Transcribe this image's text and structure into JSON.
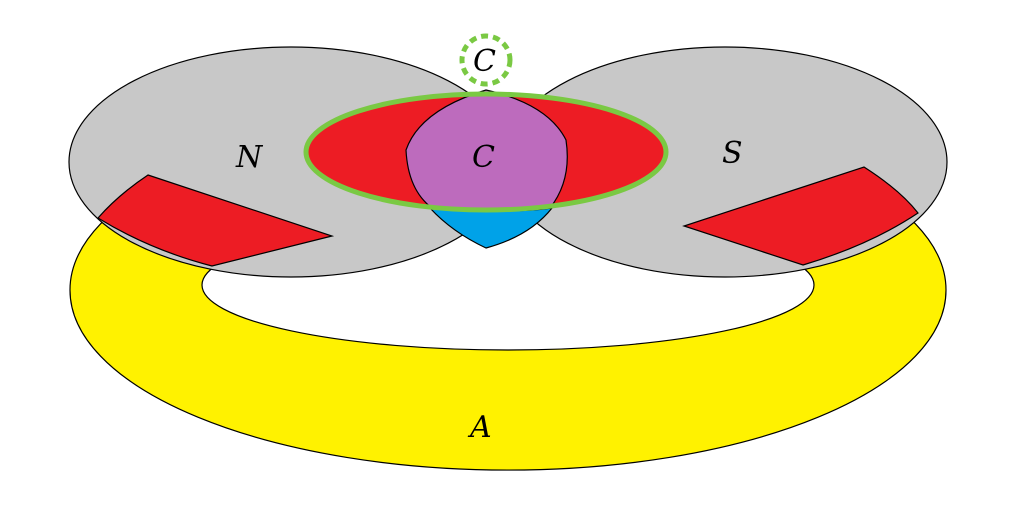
{
  "labels": {
    "n": "N",
    "s": "S",
    "a": "A",
    "c_center": "C",
    "c_top": "C"
  },
  "colors": {
    "gray": "#c8c8c8",
    "red": "#ed1c24",
    "yellow": "#fff200",
    "purple": "#bd6bbd",
    "blue": "#00a2e8",
    "green": "#7ac943",
    "stroke": "#000000",
    "background": "#ffffff"
  }
}
